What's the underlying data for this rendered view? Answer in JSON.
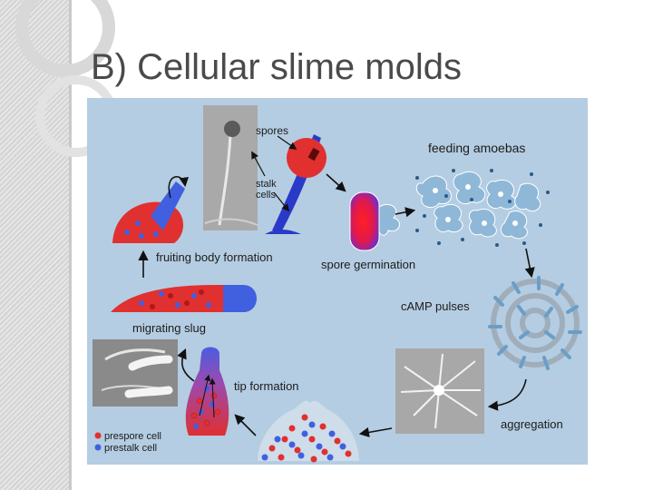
{
  "slide": {
    "title": "B) Cellular slime molds"
  },
  "diagram": {
    "stages": {
      "feeding": "feeding amoebas",
      "camp": "cAMP pulses",
      "aggregation": "aggregation",
      "tip": "tip formation",
      "slug": "migrating slug",
      "fruiting": "fruiting body formation",
      "germination": "spore germination"
    },
    "fruiting_labels": {
      "spores": "spores",
      "stalk_line1": "stalk",
      "stalk_line2": "cells"
    },
    "legend": [
      {
        "label": "prespore cell",
        "color": "#e03030"
      },
      {
        "label": "prestalk cell",
        "color": "#4060e0"
      }
    ],
    "colors": {
      "prespore": "#e03030",
      "prestalk": "#4060e0",
      "amoeba": "#8fb8d8",
      "background": "#b4cde2"
    }
  }
}
